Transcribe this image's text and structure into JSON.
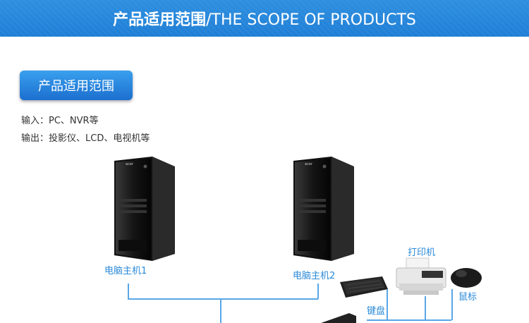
{
  "banner": {
    "title_cn": "产品适用范围",
    "title_en": "/THE SCOPE OF PRODUCTS"
  },
  "section": {
    "button_label": "产品适用范围",
    "input_line": "输入：PC、NVR等",
    "output_line": "输出：投影仪、LCD、电视机等"
  },
  "devices": {
    "pc1_label": "电脑主机1",
    "pc2_label": "电脑主机2",
    "printer_label": "打印机",
    "mouse_label": "鼠标",
    "keyboard_label": "键盘"
  },
  "colors": {
    "banner": "#1f7fd6",
    "button": "#2a8ad8",
    "label": "#2a8ad8",
    "wire": "#5aa6e6"
  }
}
